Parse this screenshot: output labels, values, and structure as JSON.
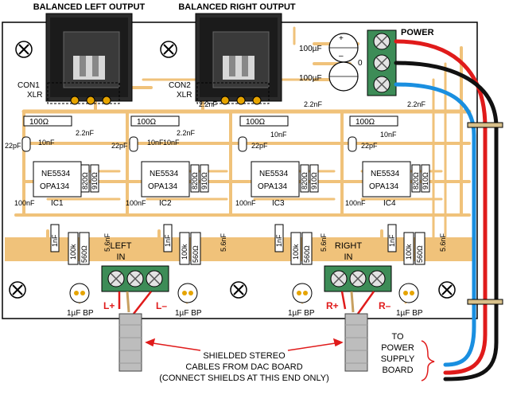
{
  "titles": {
    "left_output": "BALANCED LEFT OUTPUT",
    "right_output": "BALANCED RIGHT OUTPUT",
    "power": "POWER"
  },
  "connectors": {
    "con1": "CON1",
    "con2": "CON2",
    "xlr": "XLR"
  },
  "power_block": {
    "cap_left_top": "100µF",
    "cap_left_bottom": "100µF",
    "plus": "+",
    "minus": "–",
    "zero": "0"
  },
  "channels": [
    {
      "ic": "IC1",
      "op1": "NE5534",
      "op2": "OPA134"
    },
    {
      "ic": "IC2",
      "op1": "NE5534",
      "op2": "OPA134"
    },
    {
      "ic": "IC3",
      "op1": "NE5534",
      "op2": "OPA134"
    },
    {
      "ic": "IC4",
      "op1": "NE5534",
      "op2": "OPA134"
    }
  ],
  "components": {
    "r100": "100Ω",
    "c2n2": "2.2nF",
    "c22p": "22pF",
    "c10n": "10nF",
    "c100n": "100nF",
    "r820": "820Ω",
    "r910": "910Ω",
    "c1n": "1nF",
    "r100k": "100k",
    "r560": "560Ω",
    "c5n6": "5.6nF",
    "c1u": "1µF BP"
  },
  "inputs": {
    "left": "LEFT",
    "right": "RIGHT",
    "in": "IN",
    "l_plus": "L+",
    "l_minus": "L–",
    "r_plus": "R+",
    "r_minus": "R–"
  },
  "notes": {
    "cable_line1": "SHIELDED STEREO",
    "cable_line2": "CABLES FROM DAC BOARD",
    "cable_line3": "(CONNECT SHIELDS AT THIS END ONLY)",
    "to_line1": "TO",
    "to_line2": "POWER",
    "to_line3": "SUPPLY",
    "to_line4": "BOARD"
  },
  "colors": {
    "board": "#ffffff",
    "copper": "#f0c27a",
    "wire_red": "#e01b1b",
    "wire_blue": "#1a8fe0",
    "wire_black": "#111111",
    "terminal_green": "#3d8c57",
    "xlr_dark": "#222222"
  }
}
